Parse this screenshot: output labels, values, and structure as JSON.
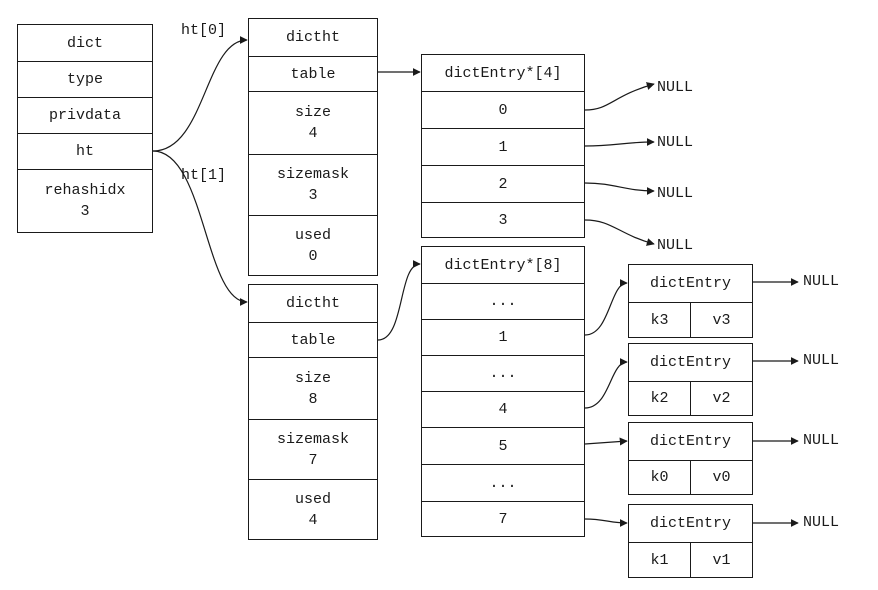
{
  "dict": {
    "rows": [
      {
        "text": "dict"
      },
      {
        "text": "type"
      },
      {
        "text": "privdata"
      },
      {
        "text": "ht"
      },
      {
        "text": "rehashidx",
        "sub": "3"
      }
    ]
  },
  "ht_labels": [
    "ht[0]",
    "ht[1]"
  ],
  "ht0": {
    "rows": [
      {
        "text": "dictht"
      },
      {
        "text": "table"
      },
      {
        "text": "size",
        "sub": "4"
      },
      {
        "text": "sizemask",
        "sub": "3"
      },
      {
        "text": "used",
        "sub": "0"
      }
    ]
  },
  "ht1": {
    "rows": [
      {
        "text": "dictht"
      },
      {
        "text": "table"
      },
      {
        "text": "size",
        "sub": "8"
      },
      {
        "text": "sizemask",
        "sub": "7"
      },
      {
        "text": "used",
        "sub": "4"
      }
    ]
  },
  "table0": {
    "header": "dictEntry*[4]",
    "slots": [
      "0",
      "1",
      "2",
      "3"
    ]
  },
  "table1": {
    "header": "dictEntry*[8]",
    "slots": [
      "...",
      "1",
      "...",
      "4",
      "5",
      "...",
      "7"
    ]
  },
  "entries": [
    {
      "title": "dictEntry",
      "key": "k3",
      "value": "v3"
    },
    {
      "title": "dictEntry",
      "key": "k2",
      "value": "v2"
    },
    {
      "title": "dictEntry",
      "key": "k0",
      "value": "v0"
    },
    {
      "title": "dictEntry",
      "key": "k1",
      "value": "v1"
    }
  ],
  "null_label": "NULL"
}
